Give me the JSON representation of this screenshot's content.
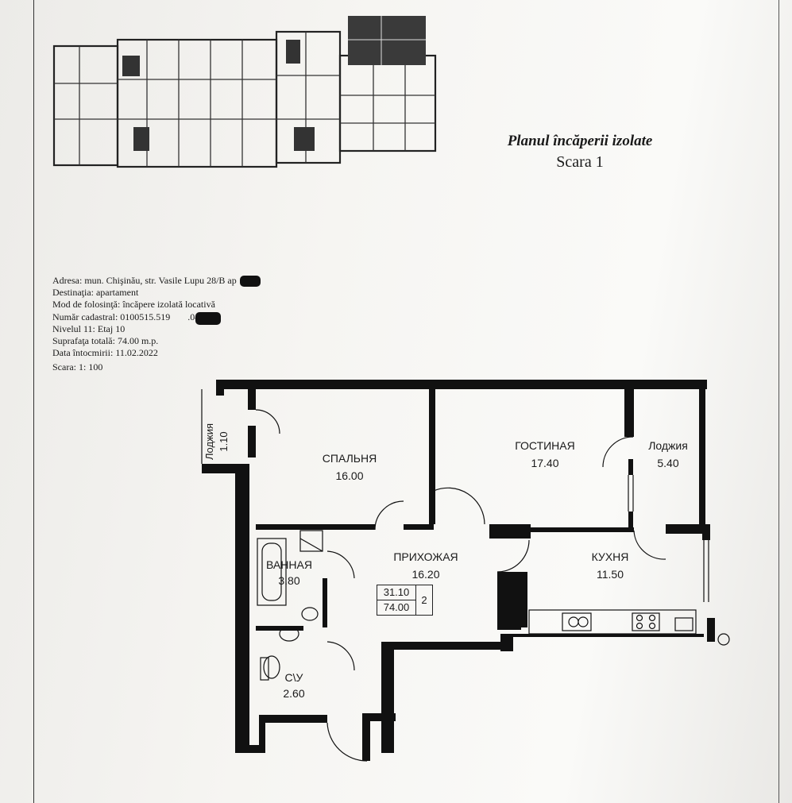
{
  "header": {
    "title": "Planul încăperii izolate",
    "subtitle": "Scara 1"
  },
  "info": {
    "address": "Adresa: mun. Chişinău, str. Vasile Lupu 28/B ap",
    "destination": "Destinaţia: apartament",
    "use_mode": "Mod de folosinţă: încăpere izolată locativă",
    "cadastral": "Număr cadastral: 0100515.519",
    "cadastral_tail": ".049",
    "level": "Nivelul 11: Etaj 10",
    "total_area": "Suprafaţa totală: 74.00 m.p.",
    "date": "Data întocmirii: 11.02.2022",
    "scale": "Scara: 1: 100"
  },
  "rooms": [
    {
      "name": "СПАЛЬНЯ",
      "area": "16.00"
    },
    {
      "name": "ГОСТИНАЯ",
      "area": "17.40"
    },
    {
      "name": "Лоджия",
      "area": "5.40"
    },
    {
      "name": "КУХНЯ",
      "area": "11.50"
    },
    {
      "name": "ПРИХОЖАЯ",
      "area": "16.20"
    },
    {
      "name": "ВАННАЯ",
      "area": "3.80"
    },
    {
      "name": "С\\У",
      "area": "2.60"
    },
    {
      "name": "Лоджия",
      "area": "1.10"
    }
  ],
  "summary": {
    "living_area": "31.10",
    "total_area": "74.00",
    "rooms_count": "2"
  },
  "colors": {
    "wall": "#111111",
    "paper": "#f5f4f1",
    "highlight": "#2a2a2a"
  }
}
